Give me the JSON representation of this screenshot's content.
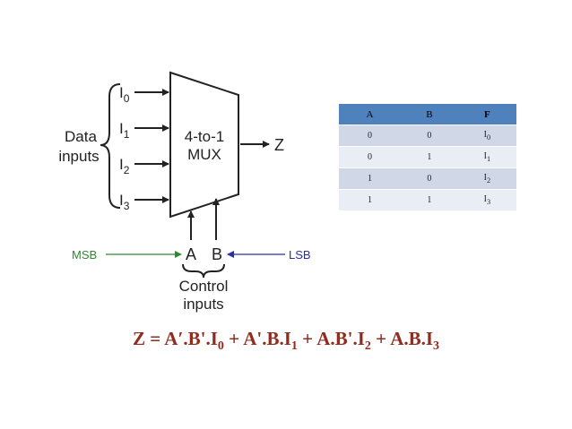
{
  "mux": {
    "label_line1": "4-to-1",
    "label_line2": "MUX",
    "output": "Z",
    "data_inputs_line1": "Data",
    "data_inputs_line2": "inputs",
    "inputs": [
      {
        "base": "I",
        "sub": "0"
      },
      {
        "base": "I",
        "sub": "1"
      },
      {
        "base": "I",
        "sub": "2"
      },
      {
        "base": "I",
        "sub": "3"
      }
    ],
    "select_a": "A",
    "select_b": "B",
    "control_line1": "Control",
    "control_line2": "inputs",
    "msb": "MSB",
    "lsb": "LSB",
    "colors": {
      "msb": "#2f8a2f",
      "lsb": "#2b2fa0",
      "lines": "#222222"
    }
  },
  "truth_table": {
    "headers": [
      "A",
      "B",
      "F"
    ],
    "rows": [
      {
        "a": "0",
        "b": "0",
        "f": "I",
        "f_sub": "0"
      },
      {
        "a": "0",
        "b": "1",
        "f": "I",
        "f_sub": "1"
      },
      {
        "a": "1",
        "b": "0",
        "f": "I",
        "f_sub": "2"
      },
      {
        "a": "1",
        "b": "1",
        "f": "I",
        "f_sub": "3"
      }
    ],
    "colors": {
      "header": "#4f81bd",
      "row_odd": "#d0d8e8",
      "row_even": "#e9edf4"
    }
  },
  "equation": {
    "lhs": "Z = ",
    "terms": [
      {
        "text": "A′.B'.I",
        "sub": "0",
        "sep": " + "
      },
      {
        "text": "A'.B.I",
        "sub": "1",
        "sep": " + "
      },
      {
        "text": "A.B'.I",
        "sub": "2",
        "sep": " + "
      },
      {
        "text": "A.B.I",
        "sub": "3",
        "sep": ""
      }
    ],
    "color": "#922b1f"
  }
}
